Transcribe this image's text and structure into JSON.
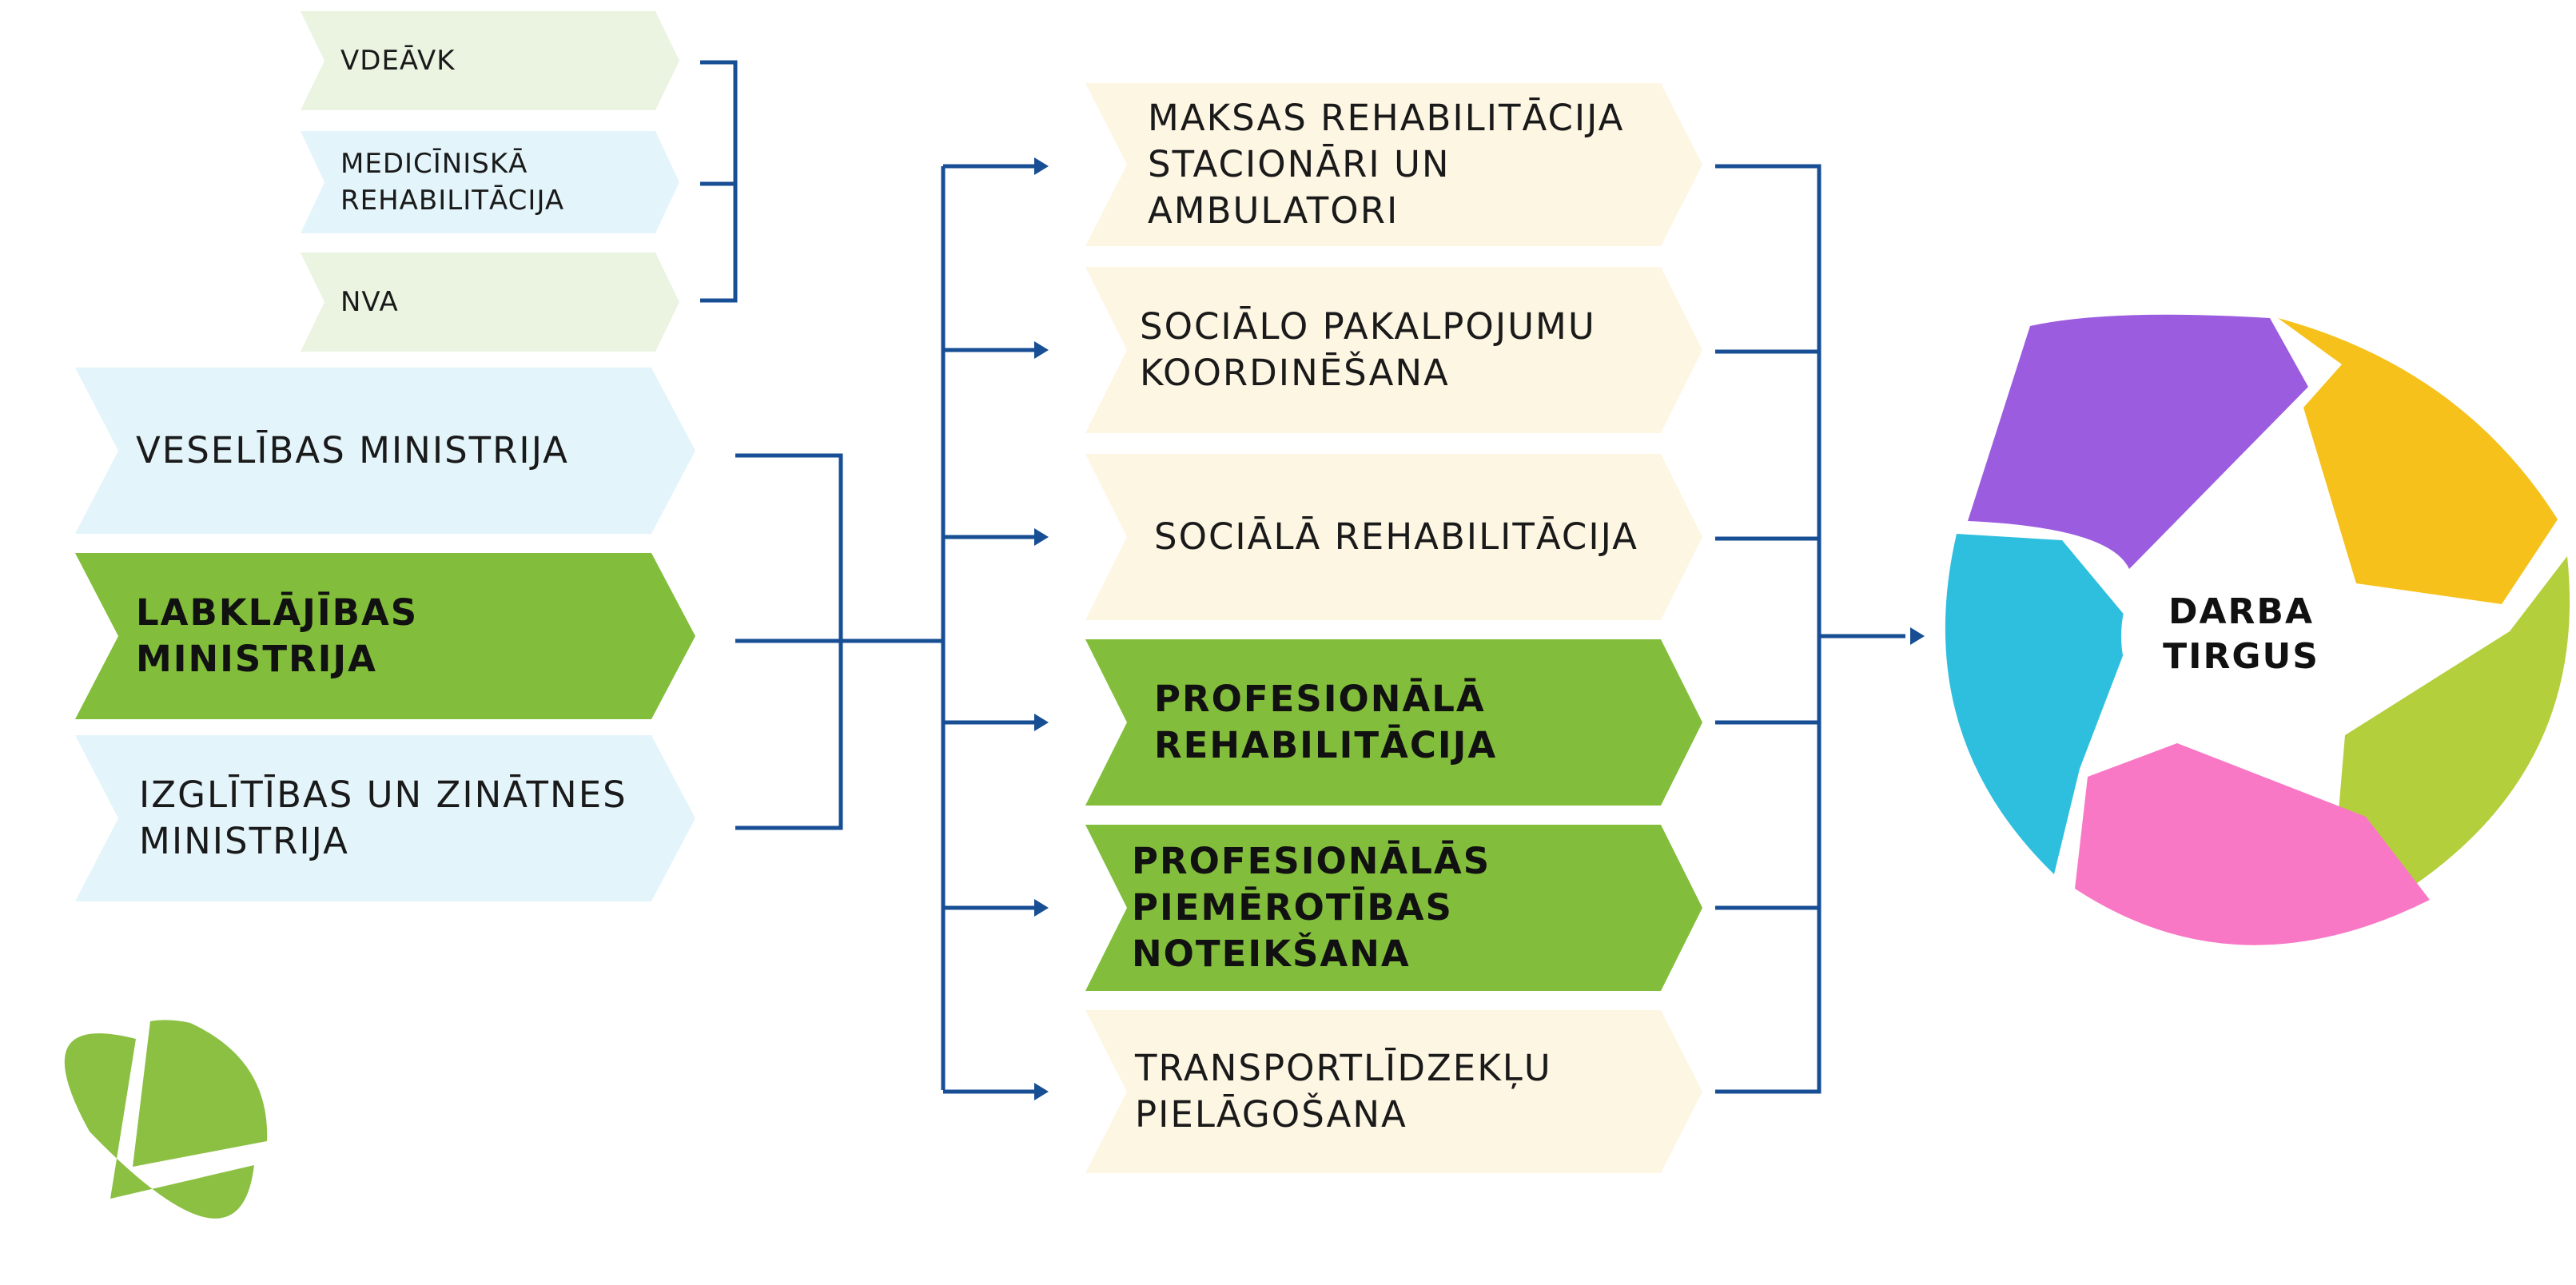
{
  "colors": {
    "light_green": "#eaf4e1",
    "light_blue": "#e3f5fb",
    "bright_green": "#82be3b",
    "cream": "#fdf6e3",
    "connector": "#174e94",
    "cycle_purple": "#9b5ce0",
    "cycle_yellow": "#f6c11a",
    "cycle_lime": "#b3cf3c",
    "cycle_pink": "#f978c5",
    "cycle_blue": "#2ebfdf",
    "logo_green": "#8cc043"
  },
  "sub_agencies": [
    {
      "label": "VDEĀVK",
      "color": "light_green"
    },
    {
      "label": "MEDICĪNISKĀ\nREHABILITĀCIJA",
      "color": "light_blue"
    },
    {
      "label": "NVA",
      "color": "light_green"
    }
  ],
  "ministries": [
    {
      "label": "VESELĪBAS MINISTRIJA",
      "color": "light_blue",
      "bold": false
    },
    {
      "label": "LABKLĀJĪBAS MINISTRIJA",
      "color": "bright_green",
      "bold": true
    },
    {
      "label": "IZGLĪTĪBAS UN ZINĀTNES\nMINISTRIJA",
      "color": "light_blue",
      "bold": false
    }
  ],
  "services": [
    {
      "label": "MAKSAS REHABILITĀCIJA\nSTACIONĀRI UN\nAMBULATORI",
      "color": "cream",
      "bold": false
    },
    {
      "label": "SOCIĀLO PAKALPOJUMU\nKOORDINĒŠANA",
      "color": "cream",
      "bold": false
    },
    {
      "label": "SOCIĀLĀ REHABILITĀCIJA",
      "color": "cream",
      "bold": false
    },
    {
      "label": "PROFESIONĀLĀ\nREHABILITĀCIJA",
      "color": "bright_green",
      "bold": true
    },
    {
      "label": "PROFESIONĀLĀS\nPIEMĒROTĪBAS NOTEIKŠANA",
      "color": "bright_green",
      "bold": true
    },
    {
      "label": "TRANSPORTLĪDZEKĻU\nPIELĀGOŠANA",
      "color": "cream",
      "bold": false
    }
  ],
  "center": {
    "label": "DARBA\nTIRGUS"
  },
  "icons": {
    "cycle": "cycle-ring-icon",
    "logo": "logo-icon"
  }
}
